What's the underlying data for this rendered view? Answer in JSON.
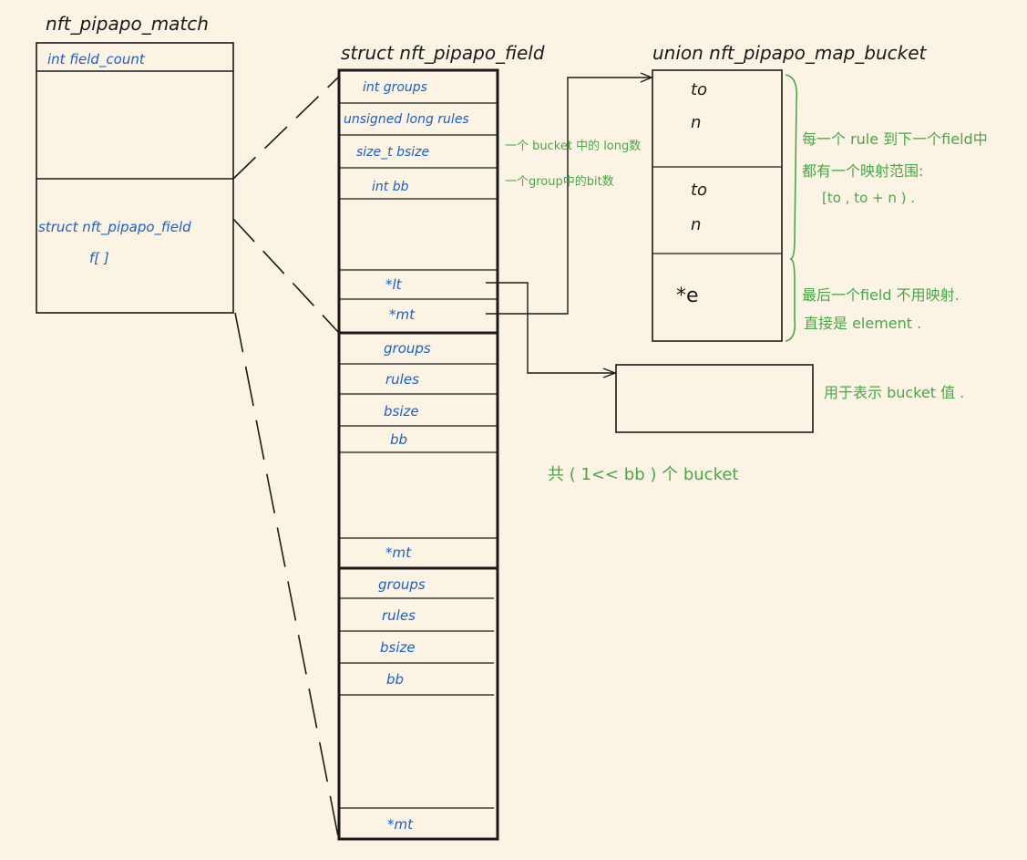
{
  "match": {
    "title": "nft_pipapo_match",
    "field_count": "int field_count",
    "field_array_line1": "struct nft_pipapo_field",
    "field_array_line2": "f[ ]"
  },
  "field": {
    "title": "struct nft_pipapo_field",
    "groups_full": "int groups",
    "rules_full": "unsigned long rules",
    "bsize_full": "size_t  bsize",
    "bb_full": "int bb",
    "lt": "*lt",
    "mt": "*mt",
    "groups": "groups",
    "rules": "rules",
    "bsize": "bsize",
    "bb": "bb"
  },
  "bucket": {
    "title": "union nft_pipapo_map_bucket",
    "to": "to",
    "n": "n",
    "e": "*e"
  },
  "notes": {
    "bsize_note": "一个 bucket 中的 long数",
    "bb_note": "一个group中的bit数",
    "range_note_1": "每一个 rule 到下一个field中",
    "range_note_2": "都有一个映射范围:",
    "range_note_3": "[to , to + n ) .",
    "last_note_1": "最后一个field 不用映射.",
    "last_note_2": "直接是 element .",
    "lt_note": "用于表示 bucket 值 .",
    "count_note": "共 ( 1<< bb ) 个 bucket"
  }
}
